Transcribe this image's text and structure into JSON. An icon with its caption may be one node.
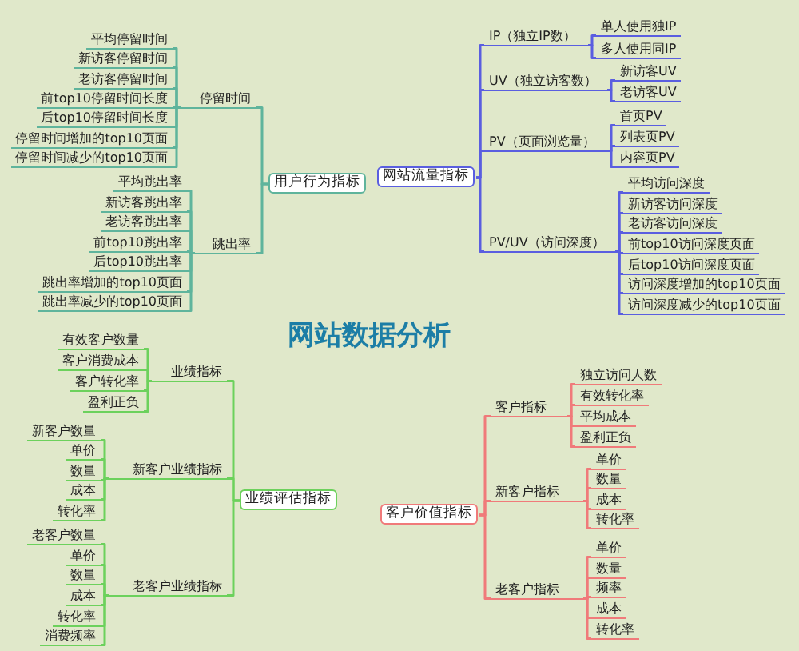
{
  "diagram": {
    "title": "网站数据分析",
    "nodes": [
      {
        "text": [
          "用户行为指标"
        ]
      },
      {
        "text": [
          "停留时间"
        ]
      },
      {
        "text": [
          "平均停留时间"
        ]
      },
      {
        "text": [
          "新访客停留时间"
        ]
      },
      {
        "text": [
          "老访客停留时间"
        ]
      },
      {
        "text": [
          "前top10停留时间长度"
        ]
      },
      {
        "text": [
          "后top10停留时间长度"
        ]
      },
      {
        "text": [
          "停留时间增加的top10页面"
        ]
      },
      {
        "text": [
          "停留时间减少的top10页面"
        ]
      },
      {
        "text": [
          "跳出率"
        ]
      },
      {
        "text": [
          "平均跳出率"
        ]
      },
      {
        "text": [
          "新访客跳出率"
        ]
      },
      {
        "text": [
          "老访客跳出率"
        ]
      },
      {
        "text": [
          "前top10跳出率"
        ]
      },
      {
        "text": [
          "后top10跳出率"
        ]
      },
      {
        "text": [
          "跳出率增加的top10页面"
        ]
      },
      {
        "text": [
          "跳出率减少的top10页面"
        ]
      },
      {
        "text": [
          "网站流量指标"
        ]
      },
      {
        "text": [
          "IP（独立IP数）"
        ]
      },
      {
        "text": [
          "单人使用独IP"
        ]
      },
      {
        "text": [
          "多人使用同IP"
        ]
      },
      {
        "text": [
          "UV（独立访客数）"
        ]
      },
      {
        "text": [
          "新访客UV"
        ]
      },
      {
        "text": [
          "老访客UV"
        ]
      },
      {
        "text": [
          "PV（页面浏览量）"
        ]
      },
      {
        "text": [
          "首页PV"
        ]
      },
      {
        "text": [
          "列表页PV"
        ]
      },
      {
        "text": [
          "内容页PV"
        ]
      },
      {
        "text": [
          "PV/UV（访问深度）"
        ]
      },
      {
        "text": [
          "平均访问深度"
        ]
      },
      {
        "text": [
          "新访客访问深度"
        ]
      },
      {
        "text": [
          "老访客访问深度"
        ]
      },
      {
        "text": [
          "前top10访问深度页面"
        ]
      },
      {
        "text": [
          "后top10访问深度页面"
        ]
      },
      {
        "text": [
          "访问深度增加的top10页面"
        ]
      },
      {
        "text": [
          "访问深度减少的top10页面"
        ]
      },
      {
        "text": [
          "业绩评估指标"
        ]
      },
      {
        "text": [
          "业绩指标"
        ]
      },
      {
        "text": [
          "有效客户数量"
        ]
      },
      {
        "text": [
          "客户消费成本"
        ]
      },
      {
        "text": [
          "客户转化率"
        ]
      },
      {
        "text": [
          "盈利正负"
        ]
      },
      {
        "text": [
          "新客户业绩指标"
        ]
      },
      {
        "text": [
          "新客户数量"
        ]
      },
      {
        "text": [
          "单价"
        ]
      },
      {
        "text": [
          "数量"
        ]
      },
      {
        "text": [
          "成本"
        ]
      },
      {
        "text": [
          "转化率"
        ]
      },
      {
        "text": [
          "老客户业绩指标"
        ]
      },
      {
        "text": [
          "老客户数量"
        ]
      },
      {
        "text": [
          "单价"
        ]
      },
      {
        "text": [
          "数量"
        ]
      },
      {
        "text": [
          "成本"
        ]
      },
      {
        "text": [
          "转化率"
        ]
      },
      {
        "text": [
          "消费频率"
        ]
      },
      {
        "text": [
          "客户价值指标"
        ]
      },
      {
        "text": [
          "客户指标"
        ]
      },
      {
        "text": [
          "独立访问人数"
        ]
      },
      {
        "text": [
          "有效转化率"
        ]
      },
      {
        "text": [
          "平均成本"
        ]
      },
      {
        "text": [
          "盈利正负"
        ]
      },
      {
        "text": [
          "新客户指标"
        ]
      },
      {
        "text": [
          "单价"
        ]
      },
      {
        "text": [
          "数量"
        ]
      },
      {
        "text": [
          "成本"
        ]
      },
      {
        "text": [
          "转化率"
        ]
      },
      {
        "text": [
          "老客户指标"
        ]
      },
      {
        "text": [
          "单价"
        ]
      },
      {
        "text": [
          "数量"
        ]
      },
      {
        "text": [
          "频率"
        ]
      },
      {
        "text": [
          "成本"
        ]
      },
      {
        "text": [
          "转化率"
        ]
      }
    ],
    "edges": [
      {
        "from": 0,
        "to": 1,
        "arrow": "none",
        "color": "#5fb49c"
      },
      {
        "from": 0,
        "to": 9,
        "arrow": "none",
        "color": "#5fb49c"
      },
      {
        "from": 1,
        "to": 2,
        "arrow": "none",
        "color": "#5fb49c"
      },
      {
        "from": 1,
        "to": 3,
        "arrow": "none",
        "color": "#5fb49c"
      },
      {
        "from": 1,
        "to": 4,
        "arrow": "none",
        "color": "#5fb49c"
      },
      {
        "from": 1,
        "to": 5,
        "arrow": "none",
        "color": "#5fb49c"
      },
      {
        "from": 1,
        "to": 6,
        "arrow": "none",
        "color": "#5fb49c"
      },
      {
        "from": 1,
        "to": 7,
        "arrow": "none",
        "color": "#5fb49c"
      },
      {
        "from": 1,
        "to": 8,
        "arrow": "none",
        "color": "#5fb49c"
      },
      {
        "from": 9,
        "to": 10,
        "arrow": "none",
        "color": "#5fb49c"
      },
      {
        "from": 9,
        "to": 11,
        "arrow": "none",
        "color": "#5fb49c"
      },
      {
        "from": 9,
        "to": 12,
        "arrow": "none",
        "color": "#5fb49c"
      },
      {
        "from": 9,
        "to": 13,
        "arrow": "none",
        "color": "#5fb49c"
      },
      {
        "from": 9,
        "to": 14,
        "arrow": "none",
        "color": "#5fb49c"
      },
      {
        "from": 9,
        "to": 15,
        "arrow": "none",
        "color": "#5fb49c"
      },
      {
        "from": 9,
        "to": 16,
        "arrow": "none",
        "color": "#5fb49c"
      },
      {
        "from": 17,
        "to": 18,
        "arrow": "none",
        "color": "#5a5ee0"
      },
      {
        "from": 17,
        "to": 21,
        "arrow": "none",
        "color": "#5a5ee0"
      },
      {
        "from": 17,
        "to": 24,
        "arrow": "none",
        "color": "#5a5ee0"
      },
      {
        "from": 17,
        "to": 28,
        "arrow": "none",
        "color": "#5a5ee0"
      },
      {
        "from": 18,
        "to": 19,
        "arrow": "none",
        "color": "#5a5ee0"
      },
      {
        "from": 18,
        "to": 20,
        "arrow": "none",
        "color": "#5a5ee0"
      },
      {
        "from": 21,
        "to": 22,
        "arrow": "none",
        "color": "#5a5ee0"
      },
      {
        "from": 21,
        "to": 23,
        "arrow": "none",
        "color": "#5a5ee0"
      },
      {
        "from": 24,
        "to": 25,
        "arrow": "none",
        "color": "#5a5ee0"
      },
      {
        "from": 24,
        "to": 26,
        "arrow": "none",
        "color": "#5a5ee0"
      },
      {
        "from": 24,
        "to": 27,
        "arrow": "none",
        "color": "#5a5ee0"
      },
      {
        "from": 28,
        "to": 29,
        "arrow": "none",
        "color": "#5a5ee0"
      },
      {
        "from": 28,
        "to": 30,
        "arrow": "none",
        "color": "#5a5ee0"
      },
      {
        "from": 28,
        "to": 31,
        "arrow": "none",
        "color": "#5a5ee0"
      },
      {
        "from": 28,
        "to": 32,
        "arrow": "none",
        "color": "#5a5ee0"
      },
      {
        "from": 28,
        "to": 33,
        "arrow": "none",
        "color": "#5a5ee0"
      },
      {
        "from": 28,
        "to": 34,
        "arrow": "none",
        "color": "#5a5ee0"
      },
      {
        "from": 28,
        "to": 35,
        "arrow": "none",
        "color": "#5a5ee0"
      },
      {
        "from": 36,
        "to": 37,
        "arrow": "none",
        "color": "#6cd15c"
      },
      {
        "from": 36,
        "to": 42,
        "arrow": "none",
        "color": "#6cd15c"
      },
      {
        "from": 36,
        "to": 48,
        "arrow": "none",
        "color": "#6cd15c"
      },
      {
        "from": 37,
        "to": 38,
        "arrow": "none",
        "color": "#6cd15c"
      },
      {
        "from": 37,
        "to": 39,
        "arrow": "none",
        "color": "#6cd15c"
      },
      {
        "from": 37,
        "to": 40,
        "arrow": "none",
        "color": "#6cd15c"
      },
      {
        "from": 37,
        "to": 41,
        "arrow": "none",
        "color": "#6cd15c"
      },
      {
        "from": 42,
        "to": 43,
        "arrow": "none",
        "color": "#6cd15c"
      },
      {
        "from": 42,
        "to": 44,
        "arrow": "none",
        "color": "#6cd15c"
      },
      {
        "from": 42,
        "to": 45,
        "arrow": "none",
        "color": "#6cd15c"
      },
      {
        "from": 42,
        "to": 46,
        "arrow": "none",
        "color": "#6cd15c"
      },
      {
        "from": 42,
        "to": 47,
        "arrow": "none",
        "color": "#6cd15c"
      },
      {
        "from": 48,
        "to": 49,
        "arrow": "none",
        "color": "#6cd15c"
      },
      {
        "from": 48,
        "to": 50,
        "arrow": "none",
        "color": "#6cd15c"
      },
      {
        "from": 48,
        "to": 51,
        "arrow": "none",
        "color": "#6cd15c"
      },
      {
        "from": 48,
        "to": 52,
        "arrow": "none",
        "color": "#6cd15c"
      },
      {
        "from": 48,
        "to": 53,
        "arrow": "none",
        "color": "#6cd15c"
      },
      {
        "from": 48,
        "to": 54,
        "arrow": "none",
        "color": "#6cd15c"
      },
      {
        "from": 55,
        "to": 56,
        "arrow": "none",
        "color": "#f07a7a"
      },
      {
        "from": 55,
        "to": 61,
        "arrow": "none",
        "color": "#f07a7a"
      },
      {
        "from": 55,
        "to": 66,
        "arrow": "none",
        "color": "#f07a7a"
      },
      {
        "from": 56,
        "to": 57,
        "arrow": "none",
        "color": "#f07a7a"
      },
      {
        "from": 56,
        "to": 58,
        "arrow": "none",
        "color": "#f07a7a"
      },
      {
        "from": 56,
        "to": 59,
        "arrow": "none",
        "color": "#f07a7a"
      },
      {
        "from": 56,
        "to": 60,
        "arrow": "none",
        "color": "#f07a7a"
      },
      {
        "from": 61,
        "to": 62,
        "arrow": "none",
        "color": "#f07a7a"
      },
      {
        "from": 61,
        "to": 63,
        "arrow": "none",
        "color": "#f07a7a"
      },
      {
        "from": 61,
        "to": 64,
        "arrow": "none",
        "color": "#f07a7a"
      },
      {
        "from": 61,
        "to": 65,
        "arrow": "none",
        "color": "#f07a7a"
      },
      {
        "from": 66,
        "to": 67,
        "arrow": "none",
        "color": "#f07a7a"
      },
      {
        "from": 66,
        "to": 68,
        "arrow": "none",
        "color": "#f07a7a"
      },
      {
        "from": 66,
        "to": 69,
        "arrow": "none",
        "color": "#f07a7a"
      },
      {
        "from": 66,
        "to": 70,
        "arrow": "none",
        "color": "#f07a7a"
      },
      {
        "from": 66,
        "to": 71,
        "arrow": "none",
        "color": "#f07a7a"
      }
    ]
  }
}
